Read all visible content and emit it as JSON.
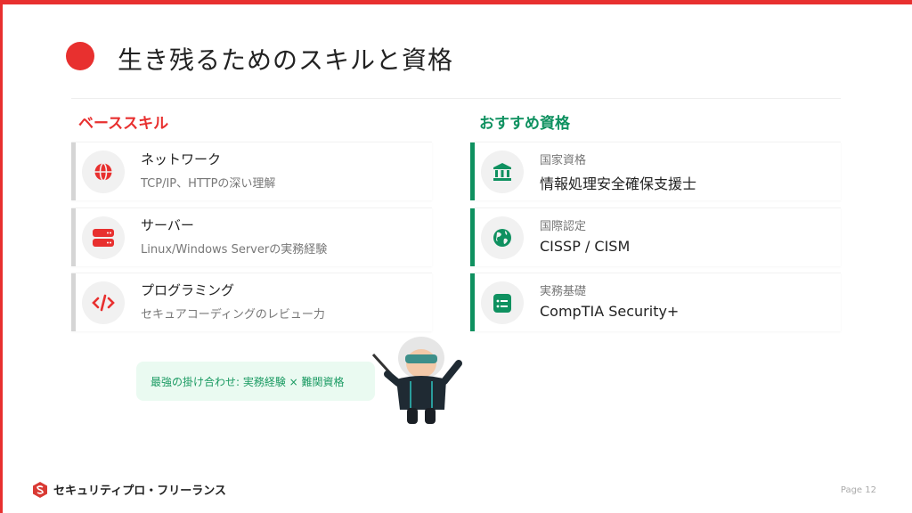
{
  "title": "生き残るためのスキルと資格",
  "left": {
    "heading": "ベーススキル",
    "items": [
      {
        "icon": "globe-icon",
        "title": "ネットワーク",
        "desc": "TCP/IP、HTTPの深い理解"
      },
      {
        "icon": "server-icon",
        "title": "サーバー",
        "desc": "Linux/Windows Serverの実務経験"
      },
      {
        "icon": "code-icon",
        "title": "プログラミング",
        "desc": "セキュアコーディングのレビュー力"
      }
    ]
  },
  "right": {
    "heading": "おすすめ資格",
    "items": [
      {
        "icon": "landmark-icon",
        "category": "国家資格",
        "name": "情報処理安全確保支援士"
      },
      {
        "icon": "earth-icon",
        "category": "国際認定",
        "name": "CISSP / CISM"
      },
      {
        "icon": "clipboard-list-icon",
        "category": "実務基礎",
        "name": "CompTIA Security+"
      }
    ]
  },
  "note": "最強の掛け合わせ: 実務経験 × 難関資格",
  "footer": {
    "brand": "セキュリティプロ・フリーランス",
    "page": "Page 12"
  },
  "colors": {
    "accent": "#e8302f",
    "green": "#0f9160"
  }
}
